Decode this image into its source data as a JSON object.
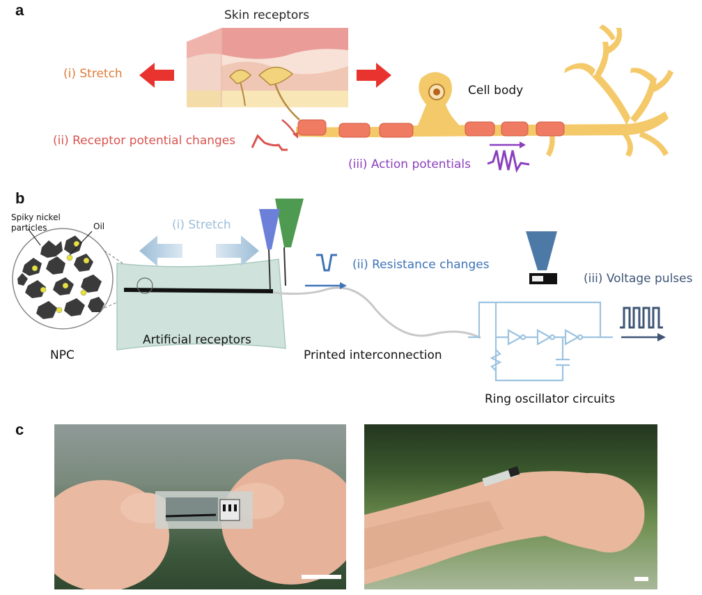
{
  "panels": {
    "a": "a",
    "b": "b",
    "c": "c"
  },
  "panel_a": {
    "skin_receptors": "Skin receptors",
    "stretch": "(i) Stretch",
    "receptor_potential": "(ii) Receptor potential changes",
    "action_potentials": "(iii) Action potentials",
    "cell_body": "Cell body"
  },
  "panel_b": {
    "spiky_nickel": "Spiky nickel",
    "particles": "particles",
    "oil": "Oil",
    "stretch": "(i) Stretch",
    "resistance": "(ii) Resistance changes",
    "voltage_pulses": "(iii) Voltage pulses",
    "npc": "NPC",
    "artificial_receptors": "Artificial receptors",
    "printed_interconnection": "Printed interconnection",
    "ring_oscillator": "Ring oscillator circuits"
  },
  "colors": {
    "stretch_orange": "#e07b39",
    "receptor_red": "#d9534f",
    "action_purple": "#8a3fbf",
    "arrow_red": "#e8332f",
    "stretch_blue": "#9cbcd6",
    "resistance_blue": "#3f73b7",
    "circuit_blue": "#9cc3e0",
    "axon_yellow": "#f4c96a",
    "myelin": "#ef7b62"
  }
}
